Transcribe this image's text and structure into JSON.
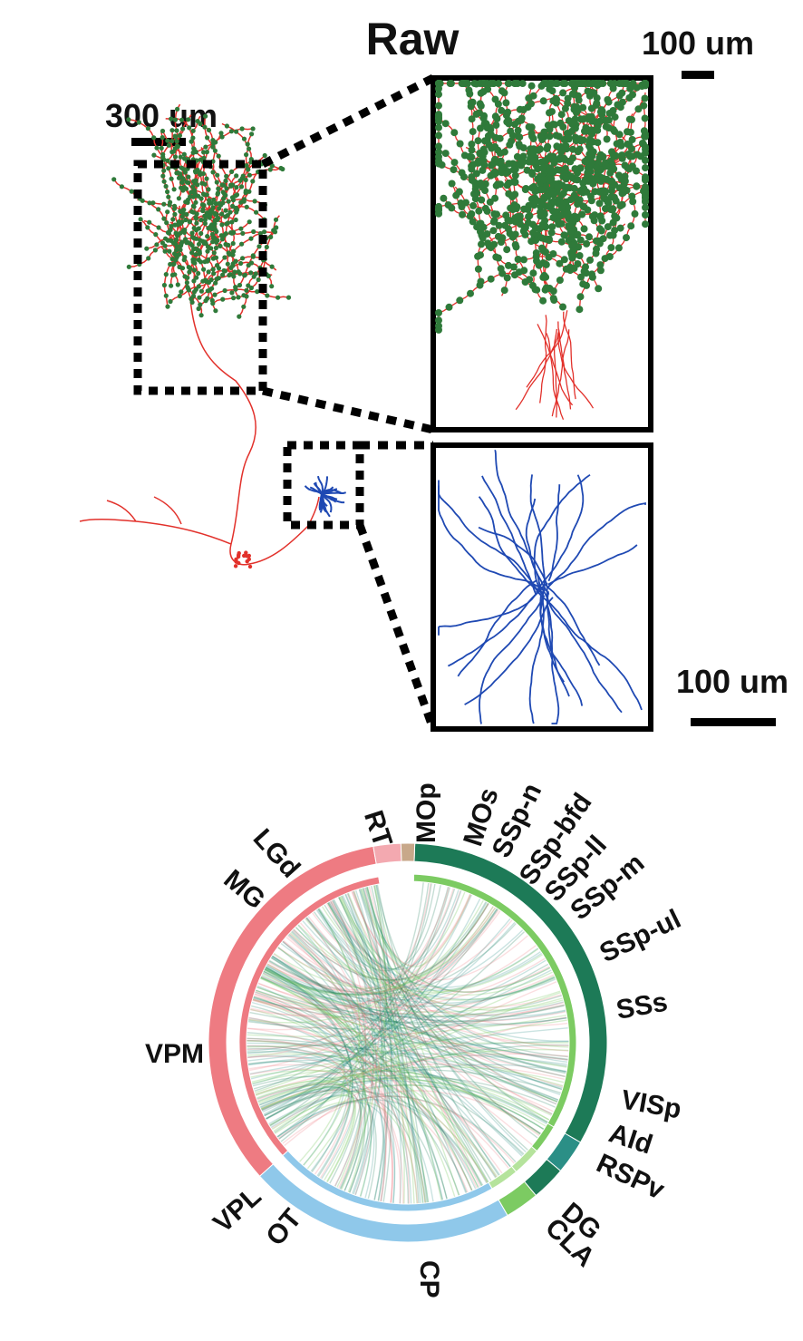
{
  "title": "Raw",
  "scale_bars": {
    "overview": "300 um",
    "zoom_top": "100 um",
    "zoom_bottom": "100 um"
  },
  "colors": {
    "axon_red": "#e2312b",
    "bouton_green": "#2f7a3a",
    "dendrite_blue": "#1f49b3",
    "thalamus_pink": "#ee7b82",
    "thalamus_pink_light": "#f3a9b0",
    "cortex_green_dark": "#1d7a57",
    "cortex_green_light": "#7ccb62",
    "cortex_teal": "#2b8f86",
    "striatum_blue": "#8fc8ea",
    "mop_brown": "#c8a88a"
  },
  "chord_regions": {
    "MOp": "MOp",
    "MOs": "MOs",
    "SSp_n": "SSp-n",
    "SSp_bfd": "SSp-bfd",
    "SSp_ll": "SSp-ll",
    "SSp_m": "SSp-m",
    "SSp_ul": "SSp-ul",
    "SSs": "SSs",
    "VISp": "VISp",
    "AId": "AId",
    "RSPv": "RSPv",
    "DG": "DG",
    "CLA": "CLA",
    "CP": "CP",
    "OT": "OT",
    "VPL": "VPL",
    "VPM": "VPM",
    "MG": "MG",
    "LGd": "LGd",
    "RT": "RT"
  }
}
